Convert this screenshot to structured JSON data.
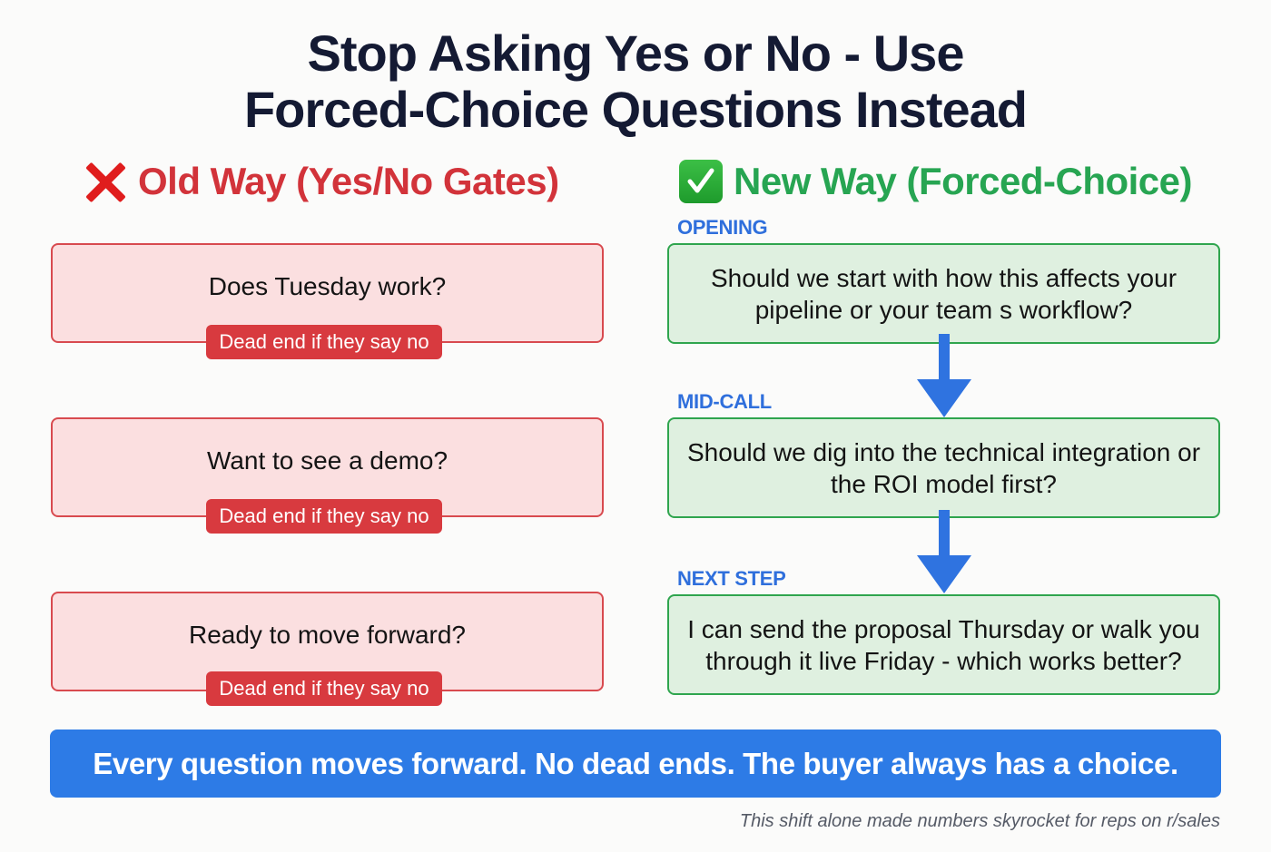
{
  "title": {
    "line1": "Stop Asking Yes or No - Use",
    "line2": "Forced-Choice Questions Instead"
  },
  "colors": {
    "title": "#141a33",
    "old_accent": "#d2333a",
    "old_box_bg": "#fbdfe0",
    "new_accent": "#27a552",
    "new_box_bg": "#dff0e0",
    "stage_label": "#2f6fdc",
    "banner_bg": "#2d7be6"
  },
  "old_way": {
    "icon": "cross-mark-icon",
    "heading": "Old Way (Yes/No Gates)",
    "items": [
      {
        "question": "Does Tuesday work?",
        "badge": "Dead end if they say no"
      },
      {
        "question": "Want to see a demo?",
        "badge": "Dead end if they say no"
      },
      {
        "question": "Ready to move forward?",
        "badge": "Dead end if they say no"
      }
    ]
  },
  "new_way": {
    "icon": "check-mark-button-icon",
    "heading": "New Way (Forced-Choice)",
    "steps": [
      {
        "label": "OPENING",
        "question": "Should we start with how this affects your pipeline or your team s workflow?"
      },
      {
        "label": "MID-CALL",
        "question": "Should we dig into the technical integration or the ROI model first?"
      },
      {
        "label": "NEXT STEP",
        "question": "I can send the proposal Thursday or walk you through it live Friday - which works better?"
      }
    ],
    "connector_icon": "arrow-down-icon"
  },
  "banner": {
    "text": "Every question moves forward. No dead ends. The buyer always has a choice."
  },
  "footnote": {
    "text": "This shift alone made numbers skyrocket for reps on r/sales"
  }
}
